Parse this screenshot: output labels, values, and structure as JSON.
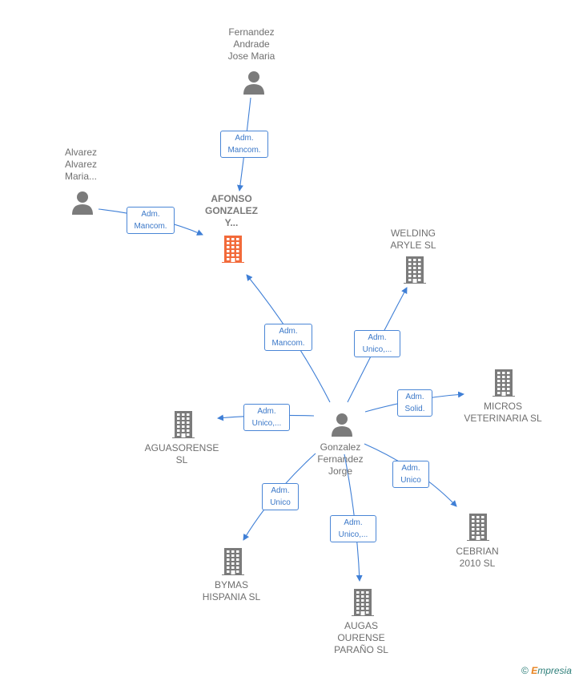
{
  "nodes": [
    {
      "id": "fernandez",
      "type": "person",
      "label": "Fernandez\nAndrade\nJose Maria",
      "icon": "person-icon"
    },
    {
      "id": "alvarez",
      "type": "person",
      "label": "Alvarez\nAlvarez\nMaria...",
      "icon": "person-icon"
    },
    {
      "id": "afonso",
      "type": "company-main",
      "label": "AFONSO\nGONZALEZ\nY...",
      "icon": "building-icon",
      "color": "#f26a3a"
    },
    {
      "id": "welding",
      "type": "company",
      "label": "WELDING\nARYLE  SL",
      "icon": "building-icon"
    },
    {
      "id": "micros",
      "type": "company",
      "label": "MICROS\nVETERINARIA SL",
      "icon": "building-icon"
    },
    {
      "id": "aguasorense",
      "type": "company",
      "label": "AGUASORENSE\nSL",
      "icon": "building-icon"
    },
    {
      "id": "gonzalez",
      "type": "person",
      "label": "Gonzalez\nFernandez\nJorge",
      "icon": "person-icon"
    },
    {
      "id": "cebrian",
      "type": "company",
      "label": "CEBRIAN\n2010 SL",
      "icon": "building-icon"
    },
    {
      "id": "bymas",
      "type": "company",
      "label": "BYMAS\nHISPANIA  SL",
      "icon": "building-icon"
    },
    {
      "id": "augas",
      "type": "company",
      "label": "AUGAS\nOURENSE\nPARAÑO  SL",
      "icon": "building-icon"
    }
  ],
  "edges": [
    {
      "from": "fernandez",
      "to": "afonso",
      "label": "Adm.\nMancom."
    },
    {
      "from": "alvarez",
      "to": "afonso",
      "label": "Adm.\nMancom."
    },
    {
      "from": "gonzalez",
      "to": "afonso",
      "label": "Adm.\nMancom."
    },
    {
      "from": "gonzalez",
      "to": "welding",
      "label": "Adm.\nUnico,..."
    },
    {
      "from": "gonzalez",
      "to": "micros",
      "label": "Adm.\nSolid."
    },
    {
      "from": "gonzalez",
      "to": "aguasorense",
      "label": "Adm.\nUnico,..."
    },
    {
      "from": "gonzalez",
      "to": "cebrian",
      "label": "Adm.\nUnico"
    },
    {
      "from": "gonzalez",
      "to": "bymas",
      "label": "Adm.\nUnico"
    },
    {
      "from": "gonzalez",
      "to": "augas",
      "label": "Adm.\nUnico,..."
    }
  ],
  "colors": {
    "edge": "#3f7fd6",
    "icon": "#7b7b7b",
    "main": "#f26a3a"
  },
  "brand": {
    "symbol": "©",
    "name_initial": "E",
    "name_rest": "mpresia"
  }
}
